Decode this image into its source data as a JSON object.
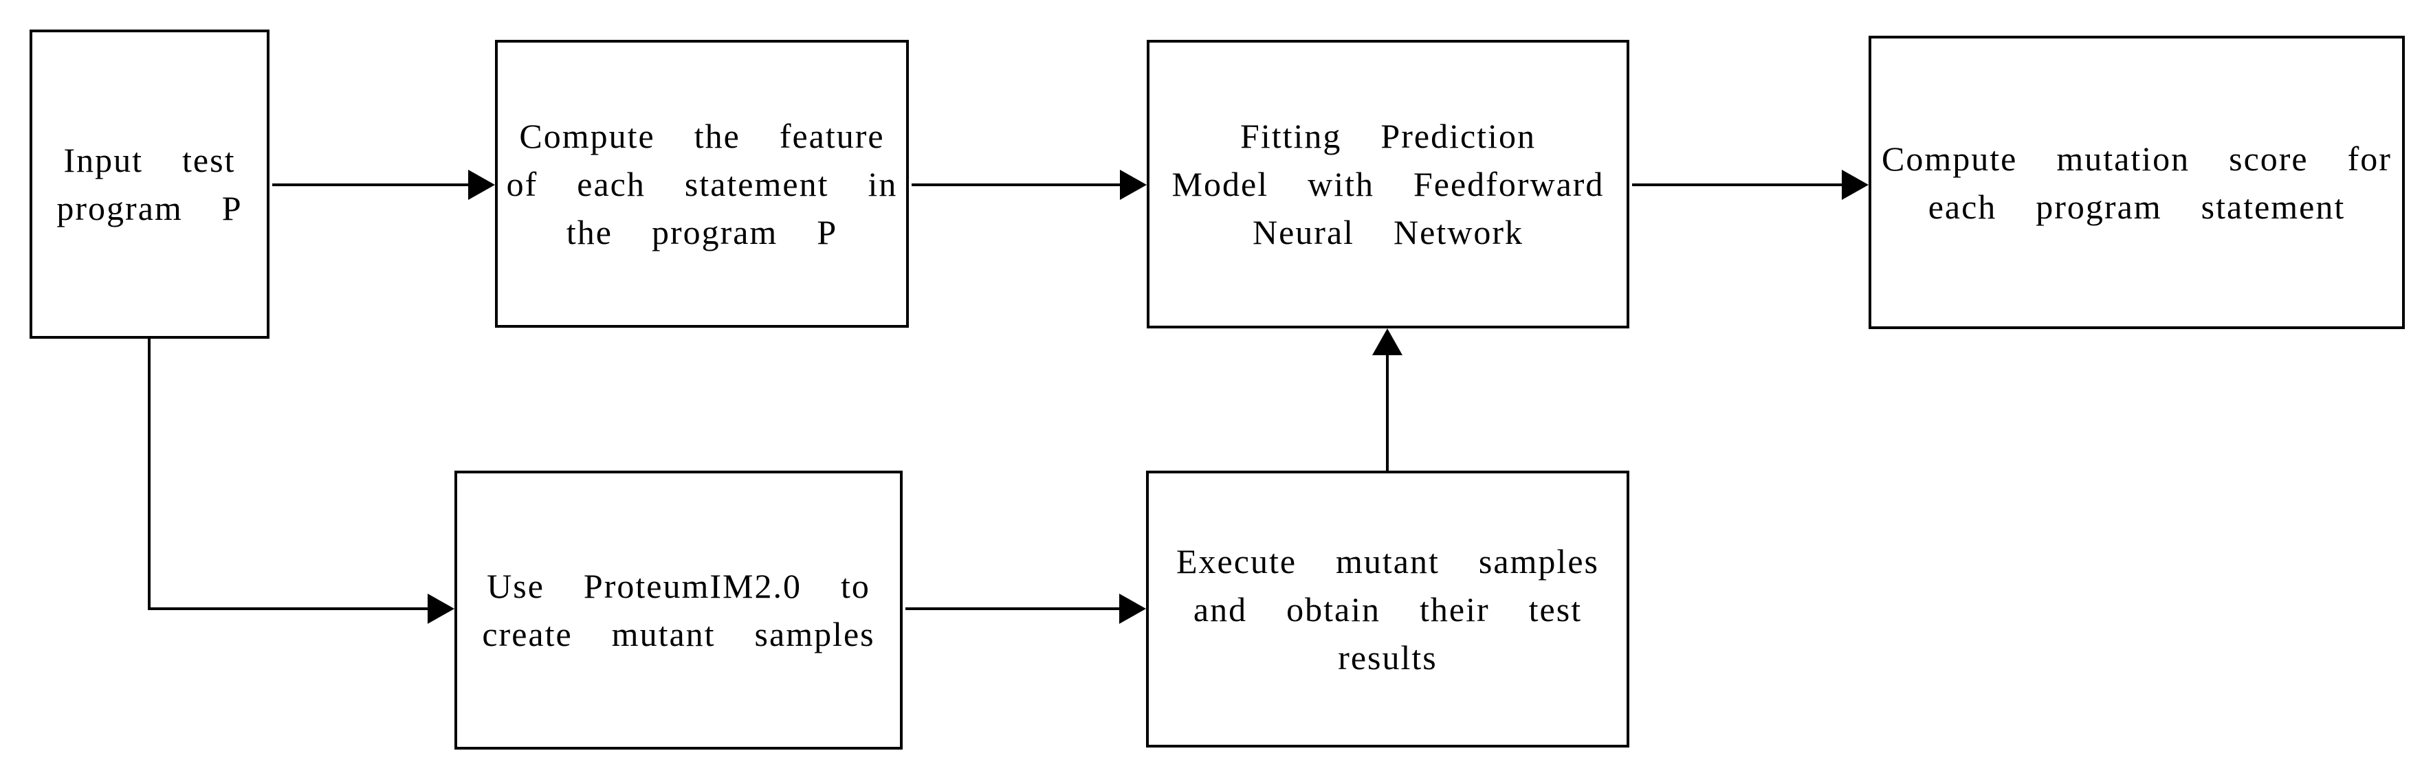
{
  "diagram": {
    "background_color": "#ffffff",
    "line_color": "#000000",
    "box_fill_color": "#ffffff",
    "text_color": "#000000",
    "boxes": [
      {
        "id": "input-test-program",
        "lines": [
          "Input test",
          "program P"
        ]
      },
      {
        "id": "compute-feature",
        "lines": [
          "Compute the feature",
          "of each statement in",
          "the program P"
        ]
      },
      {
        "id": "fitting-model",
        "lines": [
          "Fitting Prediction",
          "Model with Feedforward",
          "Neural Network"
        ]
      },
      {
        "id": "compute-mutation-score",
        "lines": [
          "Compute mutation score for",
          "each program statement"
        ]
      },
      {
        "id": "use-proteum",
        "lines": [
          "Use ProteumIM2.0 to",
          "create mutant samples"
        ]
      },
      {
        "id": "execute-mutants",
        "lines": [
          "Execute mutant samples",
          "and obtain their test",
          "results"
        ]
      }
    ],
    "connectors": [
      {
        "from": "input-test-program",
        "to": "compute-feature",
        "type": "arrow-right"
      },
      {
        "from": "compute-feature",
        "to": "fitting-model",
        "type": "arrow-right"
      },
      {
        "from": "fitting-model",
        "to": "compute-mutation-score",
        "type": "arrow-right"
      },
      {
        "from": "input-test-program",
        "to": "use-proteum",
        "type": "elbow-down-right"
      },
      {
        "from": "use-proteum",
        "to": "execute-mutants",
        "type": "arrow-right"
      },
      {
        "from": "execute-mutants",
        "to": "fitting-model",
        "type": "arrow-up"
      }
    ]
  }
}
